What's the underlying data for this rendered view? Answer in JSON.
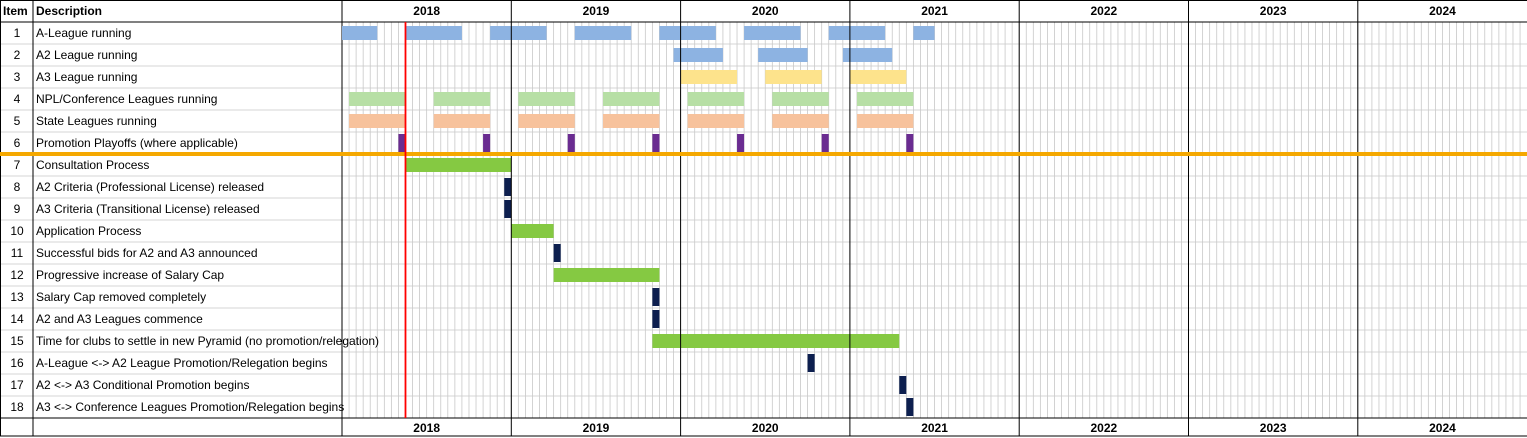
{
  "header": {
    "item_label": "Item",
    "description_label": "Description",
    "years": [
      "2018",
      "2019",
      "2020",
      "2021",
      "2022",
      "2023",
      "2024"
    ]
  },
  "footer": {
    "years": [
      "2018",
      "2019",
      "2020",
      "2021",
      "2022",
      "2023",
      "2024"
    ]
  },
  "colors": {
    "a_league": "#8db3e2",
    "a2_league": "#8db3e2",
    "a3_league": "#fde38c",
    "npl": "#b7dfa5",
    "state": "#f7c29c",
    "playoffs": "#6a2c91",
    "process": "#85c942",
    "milestone": "#0d1f4f",
    "divider": "#f5a800",
    "current_date": "#ff0000",
    "grid": "#c8c8c8",
    "year_line": "#000000"
  },
  "chart_data": {
    "type": "gantt",
    "x_unit": "months from January 2018",
    "x_range": [
      0,
      84
    ],
    "current_date_marker": 4.5,
    "divider_after_item": 6,
    "rows": [
      {
        "item": "1",
        "description": "A-League running",
        "color_key": "a_league",
        "bars": [
          [
            0,
            2.5
          ],
          [
            4.5,
            8.5
          ],
          [
            10.5,
            14.5
          ],
          [
            16.5,
            20.5
          ],
          [
            22.5,
            26.5
          ],
          [
            28.5,
            32.5
          ],
          [
            34.5,
            38.5
          ],
          [
            40.5,
            42
          ]
        ]
      },
      {
        "item": "2",
        "description": "A2 League running",
        "color_key": "a2_league",
        "bars": [
          [
            23.5,
            27
          ],
          [
            29.5,
            33
          ],
          [
            35.5,
            39
          ]
        ]
      },
      {
        "item": "3",
        "description": "A3 League running",
        "color_key": "a3_league",
        "bars": [
          [
            24,
            28
          ],
          [
            30,
            34
          ],
          [
            36,
            40
          ]
        ]
      },
      {
        "item": "4",
        "description": "NPL/Conference Leagues running",
        "color_key": "npl",
        "bars": [
          [
            0.5,
            4.5
          ],
          [
            6.5,
            10.5
          ],
          [
            12.5,
            16.5
          ],
          [
            18.5,
            22.5
          ],
          [
            24.5,
            28.5
          ],
          [
            30.5,
            34.5
          ],
          [
            36.5,
            40.5
          ]
        ]
      },
      {
        "item": "5",
        "description": "State Leagues running",
        "color_key": "state",
        "bars": [
          [
            0.5,
            4.5
          ],
          [
            6.5,
            10.5
          ],
          [
            12.5,
            16.5
          ],
          [
            18.5,
            22.5
          ],
          [
            24.5,
            28.5
          ],
          [
            30.5,
            34.5
          ],
          [
            36.5,
            40.5
          ]
        ]
      },
      {
        "item": "6",
        "description": "Promotion Playoffs (where applicable)",
        "color_key": "playoffs",
        "bars": [
          [
            4,
            4.5
          ],
          [
            10,
            10.5
          ],
          [
            16,
            16.5
          ],
          [
            22,
            22.5
          ],
          [
            28,
            28.5
          ],
          [
            34,
            34.5
          ],
          [
            40,
            40.5
          ]
        ]
      },
      {
        "item": "7",
        "description": "Consultation Process",
        "color_key": "process",
        "bars": [
          [
            4.5,
            12
          ]
        ]
      },
      {
        "item": "8",
        "description": "A2 Criteria (Professional License) released",
        "color_key": "milestone",
        "bars": [
          [
            11.5,
            12
          ]
        ]
      },
      {
        "item": "9",
        "description": "A3 Criteria (Transitional License) released",
        "color_key": "milestone",
        "bars": [
          [
            11.5,
            12
          ]
        ]
      },
      {
        "item": "10",
        "description": "Application Process",
        "color_key": "process",
        "bars": [
          [
            12,
            15
          ]
        ]
      },
      {
        "item": "11",
        "description": "Successful bids for A2 and A3 announced",
        "color_key": "milestone",
        "bars": [
          [
            15,
            15.5
          ]
        ]
      },
      {
        "item": "12",
        "description": "Progressive increase of Salary Cap",
        "color_key": "process",
        "bars": [
          [
            15,
            22.5
          ]
        ]
      },
      {
        "item": "13",
        "description": "Salary Cap removed completely",
        "color_key": "milestone",
        "bars": [
          [
            22,
            22.5
          ]
        ]
      },
      {
        "item": "14",
        "description": "A2 and A3 Leagues commence",
        "color_key": "milestone",
        "bars": [
          [
            22,
            22.5
          ]
        ]
      },
      {
        "item": "15",
        "description": "Time for clubs to settle in new Pyramid (no promotion/relegation)",
        "color_key": "process",
        "bars": [
          [
            22,
            39.5
          ]
        ]
      },
      {
        "item": "16",
        "description": "A-League <-> A2 League Promotion/Relegation begins",
        "color_key": "milestone",
        "bars": [
          [
            33,
            33.5
          ]
        ]
      },
      {
        "item": "17",
        "description": "A2 <-> A3 Conditional Promotion begins",
        "color_key": "milestone",
        "bars": [
          [
            39.5,
            40
          ]
        ]
      },
      {
        "item": "18",
        "description": "A3 <-> Conference Leagues Promotion/Relegation begins",
        "color_key": "milestone",
        "bars": [
          [
            40,
            40.5
          ]
        ]
      }
    ]
  }
}
